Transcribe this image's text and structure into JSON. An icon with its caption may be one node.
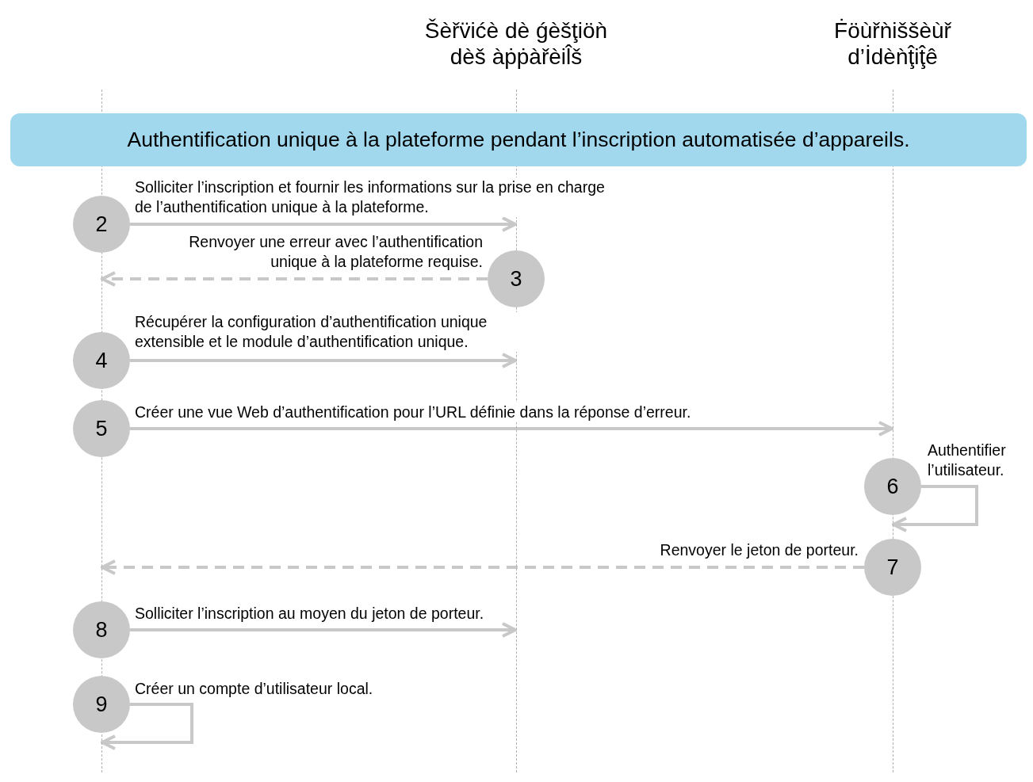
{
  "diagram": {
    "nodes": [
      {
        "text": [],
        "shape": "line"
      },
      {
        "text": [
          "Šèřv̈ićè dè ǵèšţiöǹ dèš àṗṗàřèil̂š"
        ]
      },
      {
        "text": [
          "Ḟöùřǹiššèùř d’İdèǹţ̂iţ̂ê"
        ]
      },
      {
        "text": [
          "Authentification unique à la plateforme pendant l’inscription automatisée d’appareils."
        ]
      },
      {
        "text": [
          "2"
        ]
      },
      {
        "text": [
          "3"
        ]
      },
      {
        "text": [
          "4"
        ]
      },
      {
        "text": [
          "5"
        ]
      },
      {
        "text": [
          "6"
        ]
      },
      {
        "text": [
          "7"
        ]
      },
      {
        "text": [
          "8"
        ]
      },
      {
        "text": [
          "9"
        ]
      }
    ],
    "edges": [
      {
        "from": 4,
        "to": 1,
        "arrow": "to",
        "label": "Solliciter l’inscription et fournir les informations sur la prise en charge de l’authentification unique à la plateforme."
      },
      {
        "from": 5,
        "to": 0,
        "arrow": "to",
        "style": "dashed",
        "label": "Renvoyer une erreur avec l’authentification unique à la plateforme requise."
      },
      {
        "from": 6,
        "to": 1,
        "arrow": "to",
        "label": "Récupérer la configuration d’authentification unique extensible et le module d’authentification unique."
      },
      {
        "from": 7,
        "to": 2,
        "arrow": "to",
        "label": "Créer une vue Web d’authentification pour l’URL définie dans la réponse d’erreur."
      },
      {
        "from": 8,
        "to": 8,
        "arrow": "to",
        "label": "Authentifier l’utilisateur."
      },
      {
        "from": 9,
        "to": 0,
        "arrow": "to",
        "style": "dashed",
        "label": "Renvoyer le jeton de porteur."
      },
      {
        "from": 10,
        "to": 1,
        "arrow": "to",
        "label": "Solliciter l’inscription au moyen du jeton de porteur."
      },
      {
        "from": 11,
        "to": 11,
        "arrow": "to",
        "label": "Créer un compte d’utilisateur local."
      }
    ]
  }
}
